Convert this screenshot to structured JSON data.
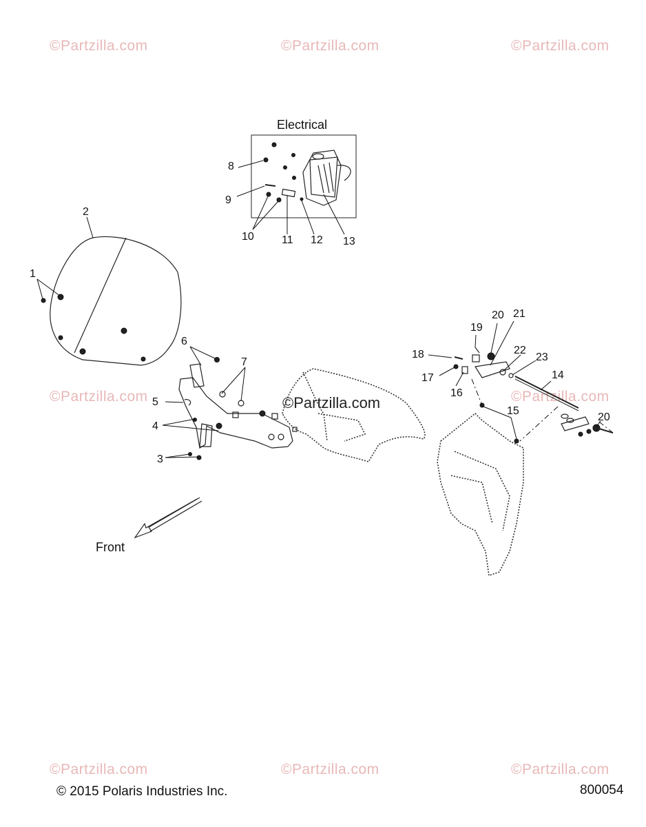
{
  "watermarks": {
    "top_left": "©Partzilla.com",
    "top_center": "©Partzilla.com",
    "top_right": "©Partzilla.com",
    "mid_left": "©Partzilla.com",
    "mid_right": "©Partzilla.com",
    "center": "©Partzilla.com",
    "bottom_left": "©Partzilla.com",
    "bottom_center": "©Partzilla.com",
    "bottom_right": "©Partzilla.com"
  },
  "electrical_box": {
    "title": "Electrical"
  },
  "direction": {
    "label": "Front"
  },
  "callouts": {
    "c1": "1",
    "c2": "2",
    "c3": "3",
    "c4": "4",
    "c5": "5",
    "c6": "6",
    "c7": "7",
    "c8": "8",
    "c9": "9",
    "c10": "10",
    "c11": "11",
    "c12": "12",
    "c13": "13",
    "c14": "14",
    "c15": "15",
    "c16": "16",
    "c17": "17",
    "c18": "18",
    "c19": "19",
    "c20a": "20",
    "c20b": "20",
    "c21": "21",
    "c22": "22",
    "c23": "23"
  },
  "footer": {
    "copyright": "© 2015 Polaris Industries Inc.",
    "diagram_id": "800054"
  }
}
